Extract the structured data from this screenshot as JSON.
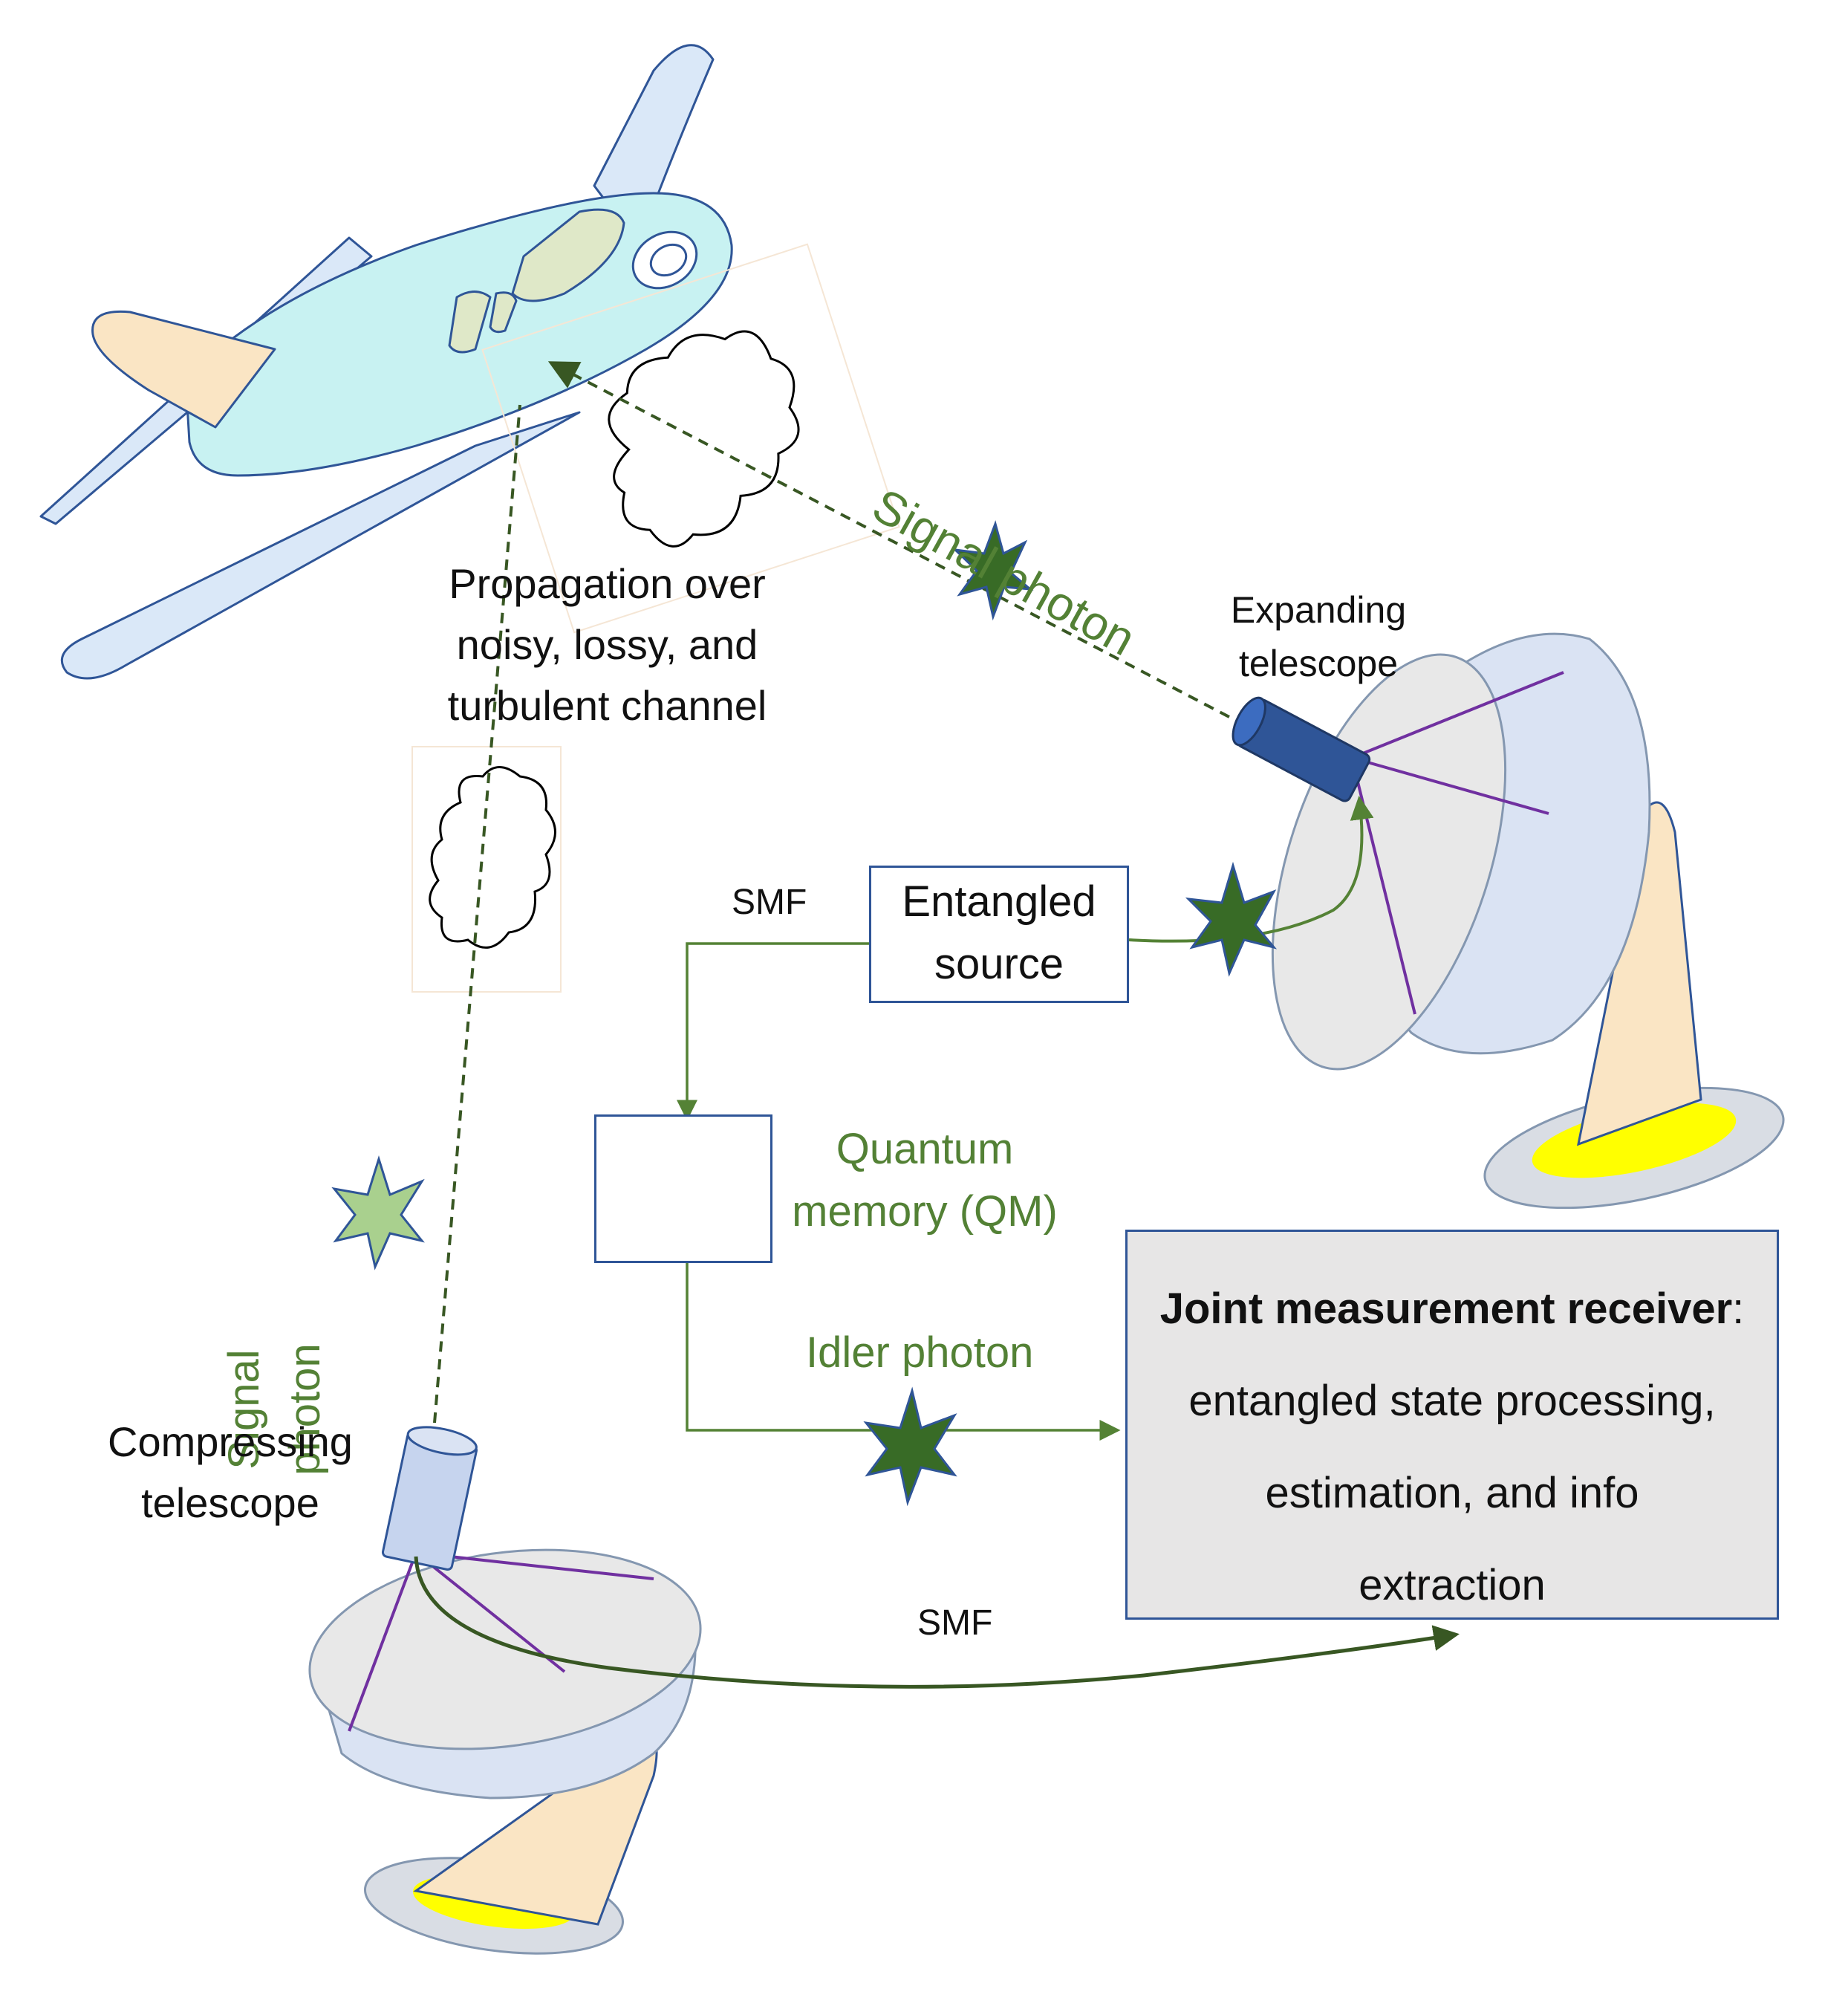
{
  "labels": {
    "propagation": [
      "Propagation over",
      "noisy, lossy, and",
      "turbulent channel"
    ],
    "signal_photon_upper": "Signal photon",
    "signal_photon_left": [
      "Signal",
      "photon"
    ],
    "expanding_telescope": [
      "Expanding",
      "telescope"
    ],
    "compressing_telescope": [
      "Compressing",
      "telescope"
    ],
    "smf_top": "SMF",
    "smf_bottom": "SMF",
    "entangled_source": [
      "Entangled",
      "source"
    ],
    "quantum_memory": [
      "Quantum",
      "memory (QM)"
    ],
    "idler_photon": "Idler photon",
    "receiver_title": "Joint measurement receiver",
    "receiver_colon": ":",
    "receiver_lines": [
      "entangled state processing,",
      "estimation, and info",
      "extraction"
    ]
  },
  "colors": {
    "photon_green": "#386b26",
    "photon_light": "#a9d08e",
    "photon_edge": "#2f5597",
    "fiber": "#548235",
    "fiber_dark": "#385723",
    "label_green": "#538135",
    "box_border": "#2f5597",
    "receiver_fill": "#e7e6e6",
    "plane_body": "#c8f2f2",
    "plane_wing": "#dae8f8",
    "plane_tail": "#fae5c4",
    "dish": "#e8ebf2",
    "telescope_dark": "#2f5597",
    "telescope_light": "#c6d4ee",
    "feed_wire": "#7030a0",
    "mount_base": "#ffff00"
  },
  "icons": [
    "airplane-icon",
    "cloud-icon",
    "dish-antenna-icon",
    "telescope-icon",
    "photon-starburst-icon"
  ]
}
